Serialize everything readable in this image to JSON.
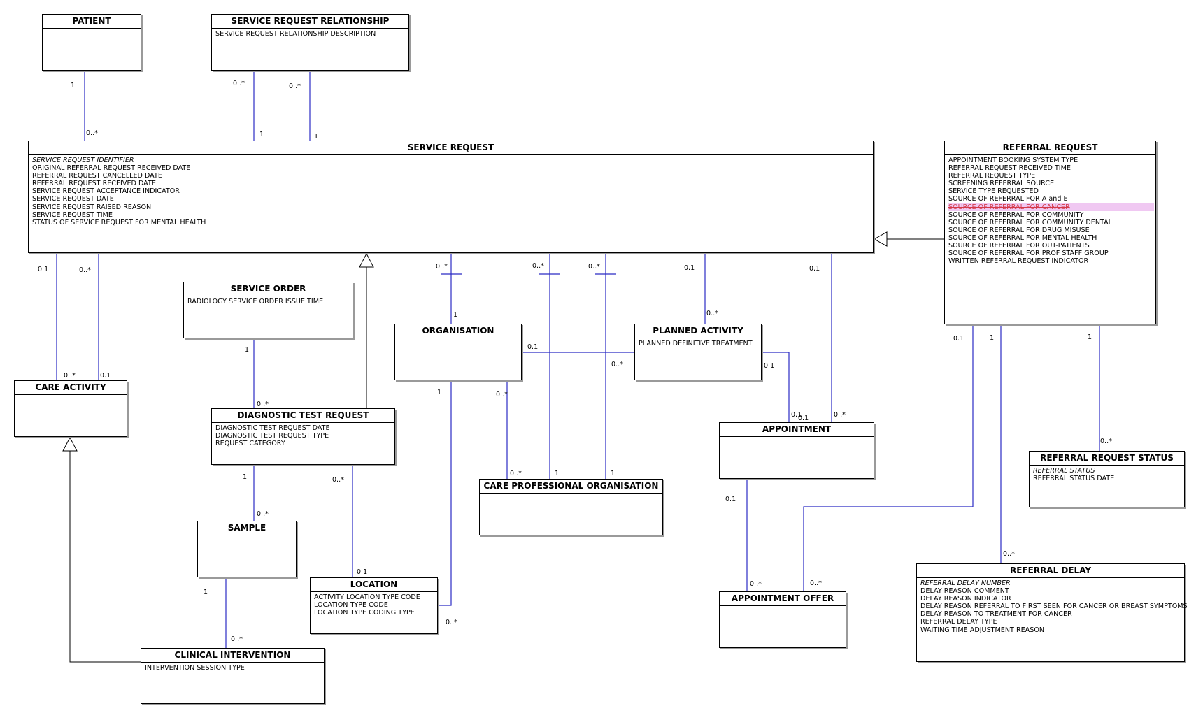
{
  "entities": [
    {
      "title": "PATIENT",
      "attributes": []
    },
    {
      "title": "SERVICE REQUEST RELATIONSHIP",
      "attributes": [
        {
          "text": "SERVICE REQUEST RELATIONSHIP DESCRIPTION"
        }
      ]
    },
    {
      "title": "SERVICE REQUEST",
      "attributes": [
        {
          "text": "SERVICE REQUEST IDENTIFIER",
          "key": true
        },
        {
          "text": "ORIGINAL REFERRAL REQUEST RECEIVED DATE"
        },
        {
          "text": "REFERRAL REQUEST CANCELLED DATE"
        },
        {
          "text": "REFERRAL REQUEST RECEIVED DATE"
        },
        {
          "text": "SERVICE REQUEST ACCEPTANCE INDICATOR"
        },
        {
          "text": "SERVICE REQUEST DATE"
        },
        {
          "text": "SERVICE REQUEST RAISED REASON"
        },
        {
          "text": "SERVICE REQUEST TIME"
        },
        {
          "text": "STATUS OF SERVICE REQUEST FOR MENTAL HEALTH"
        }
      ]
    },
    {
      "title": "REFERRAL REQUEST",
      "attributes": [
        {
          "text": "APPOINTMENT BOOKING SYSTEM TYPE"
        },
        {
          "text": "REFERRAL REQUEST RECEIVED TIME"
        },
        {
          "text": "REFERRAL REQUEST TYPE"
        },
        {
          "text": "SCREENING REFERRAL SOURCE"
        },
        {
          "text": "SERVICE TYPE REQUESTED"
        },
        {
          "text": "SOURCE OF REFERRAL FOR A and E"
        },
        {
          "text": "SOURCE OF REFERRAL FOR CANCER",
          "deleted": true
        },
        {
          "text": "SOURCE OF REFERRAL FOR COMMUNITY"
        },
        {
          "text": "SOURCE OF REFERRAL FOR COMMUNITY DENTAL"
        },
        {
          "text": "SOURCE OF REFERRAL FOR DRUG MISUSE"
        },
        {
          "text": "SOURCE OF REFERRAL FOR MENTAL HEALTH"
        },
        {
          "text": "SOURCE OF REFERRAL FOR OUT-PATIENTS"
        },
        {
          "text": "SOURCE OF REFERRAL FOR PROF STAFF GROUP"
        },
        {
          "text": "WRITTEN REFERRAL REQUEST INDICATOR"
        }
      ]
    },
    {
      "title": "SERVICE ORDER",
      "attributes": [
        {
          "text": "RADIOLOGY SERVICE ORDER ISSUE TIME"
        }
      ]
    },
    {
      "title": "CARE ACTIVITY",
      "attributes": []
    },
    {
      "title": "ORGANISATION",
      "attributes": []
    },
    {
      "title": "PLANNED ACTIVITY",
      "attributes": [
        {
          "text": "PLANNED DEFINITIVE TREATMENT"
        }
      ]
    },
    {
      "title": "DIAGNOSTIC TEST REQUEST",
      "attributes": [
        {
          "text": "DIAGNOSTIC TEST REQUEST DATE"
        },
        {
          "text": "DIAGNOSTIC TEST REQUEST TYPE"
        },
        {
          "text": "REQUEST CATEGORY"
        }
      ]
    },
    {
      "title": "APPOINTMENT",
      "attributes": []
    },
    {
      "title": "REFERRAL REQUEST STATUS",
      "attributes": [
        {
          "text": "REFERRAL STATUS",
          "key": true
        },
        {
          "text": "REFERRAL STATUS DATE"
        }
      ]
    },
    {
      "title": "CARE PROFESSIONAL ORGANISATION",
      "attributes": []
    },
    {
      "title": "SAMPLE",
      "attributes": []
    },
    {
      "title": "LOCATION",
      "attributes": [
        {
          "text": "ACTIVITY LOCATION TYPE CODE"
        },
        {
          "text": "LOCATION TYPE CODE"
        },
        {
          "text": "LOCATION TYPE CODING TYPE"
        }
      ]
    },
    {
      "title": "REFERRAL DELAY",
      "attributes": [
        {
          "text": "REFERRAL DELAY NUMBER",
          "key": true
        },
        {
          "text": "DELAY REASON COMMENT"
        },
        {
          "text": "DELAY REASON INDICATOR"
        },
        {
          "text": "DELAY REASON REFERRAL TO FIRST SEEN FOR CANCER OR BREAST SYMPTOMS"
        },
        {
          "text": "DELAY REASON TO TREATMENT FOR CANCER"
        },
        {
          "text": "REFERRAL DELAY TYPE"
        },
        {
          "text": "WAITING TIME ADJUSTMENT REASON"
        }
      ]
    },
    {
      "title": "APPOINTMENT OFFER",
      "attributes": []
    },
    {
      "title": "CLINICAL INTERVENTION",
      "attributes": [
        {
          "text": "INTERVENTION SESSION TYPE"
        }
      ]
    }
  ],
  "multiplicities": [
    "1",
    "0..*",
    "0..*",
    "1",
    "0..*",
    "1",
    "0.1",
    "0..*",
    "0..*",
    "0.1",
    "0..*",
    "1",
    "0..*",
    "0..*",
    "0.1",
    "0..*",
    "0.1",
    "0..*",
    "1",
    "0..*",
    "0.1",
    "0..*",
    "1",
    "0..*",
    "1",
    "1",
    "1",
    "0..*",
    "0..*",
    "0.1",
    "1",
    "0..*",
    "0..*",
    "0.1",
    "0.1",
    "0..*",
    "0.1",
    "1",
    "0..*",
    "1",
    "0..*",
    "0.1",
    "0..*",
    "0.1",
    "0..*"
  ],
  "colors": {
    "association": "#2b2bc4",
    "generalization": "#000000"
  }
}
